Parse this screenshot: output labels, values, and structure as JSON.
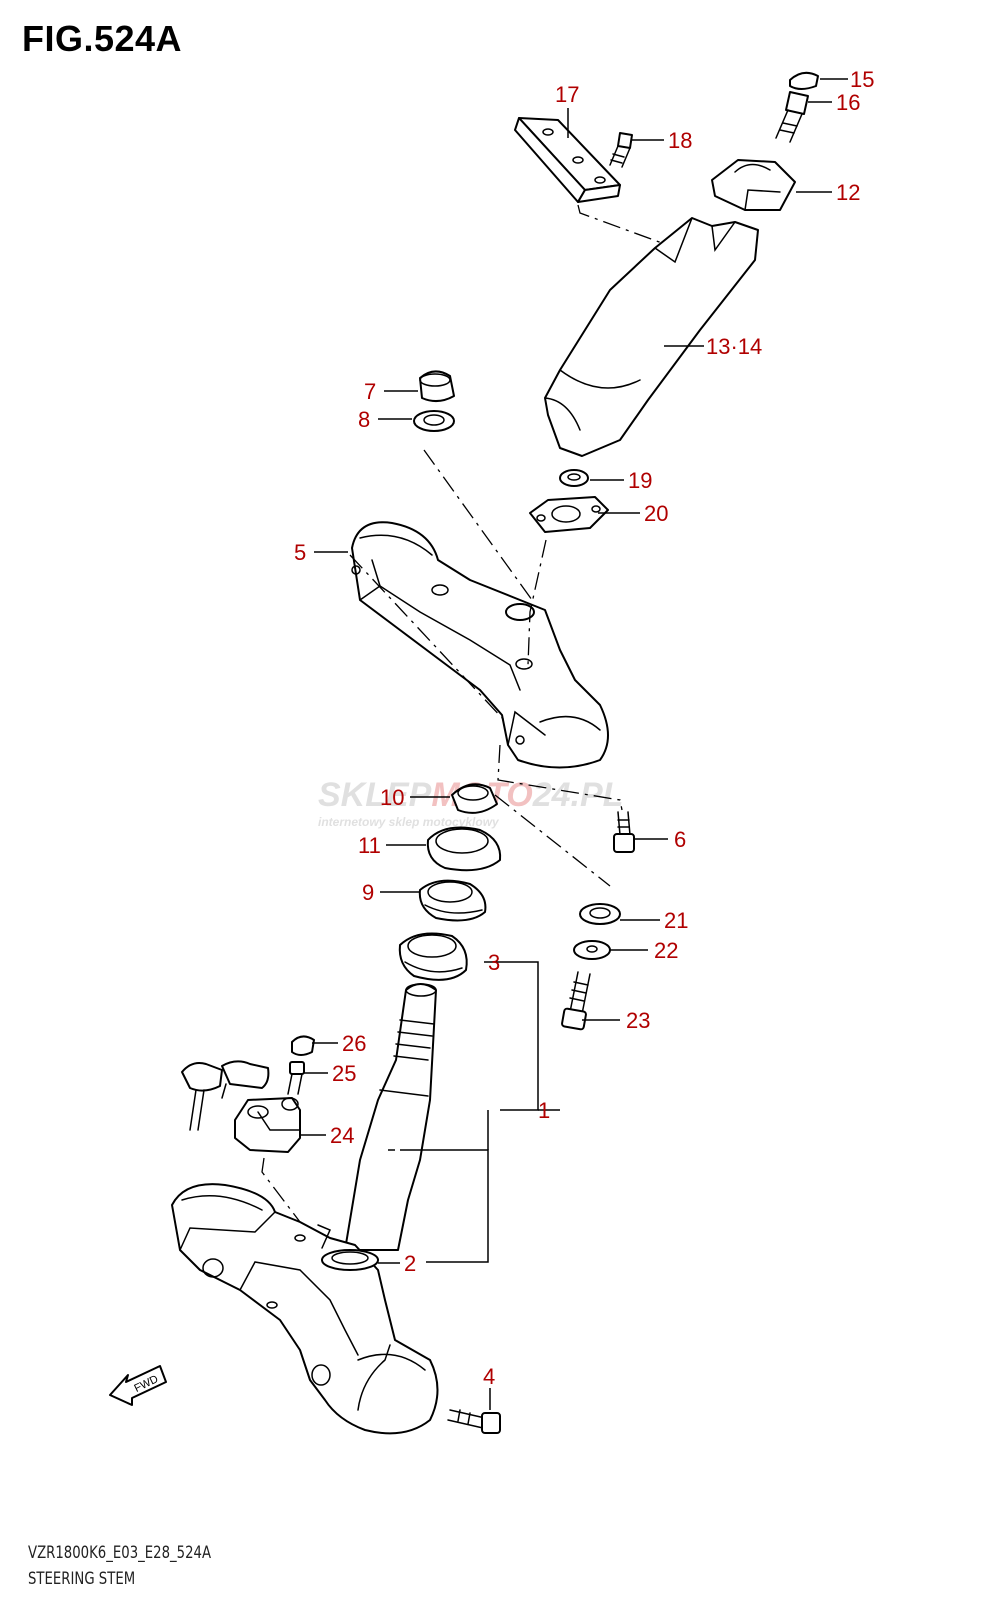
{
  "figure": {
    "title": "FIG.524A",
    "model_code": "VZR1800K6_E03_E28_524A",
    "section_name": "STEERING STEM"
  },
  "callouts": {
    "c1": "1",
    "c2": "2",
    "c3": "3",
    "c4": "4",
    "c5": "5",
    "c6": "6",
    "c7": "7",
    "c8": "8",
    "c9": "9",
    "c10": "10",
    "c11": "11",
    "c12": "12",
    "c13_14": "13·14",
    "c15": "15",
    "c16": "16",
    "c17": "17",
    "c18": "18",
    "c19": "19",
    "c20": "20",
    "c21": "21",
    "c22": "22",
    "c23": "23",
    "c24": "24",
    "c25": "25",
    "c26": "26"
  },
  "direction_marker": {
    "label": "FWD",
    "icon": "fwd-arrow-icon"
  },
  "watermark": {
    "brand_a": "SKLEP",
    "brand_b": "MOTO",
    "brand_c": "24.PL",
    "tagline": "internetowy sklep motocyklowy"
  },
  "colors": {
    "callout": "#b00000",
    "linework": "#000000",
    "watermark_gray": "#c8c8c8",
    "watermark_red": "#e89090"
  }
}
